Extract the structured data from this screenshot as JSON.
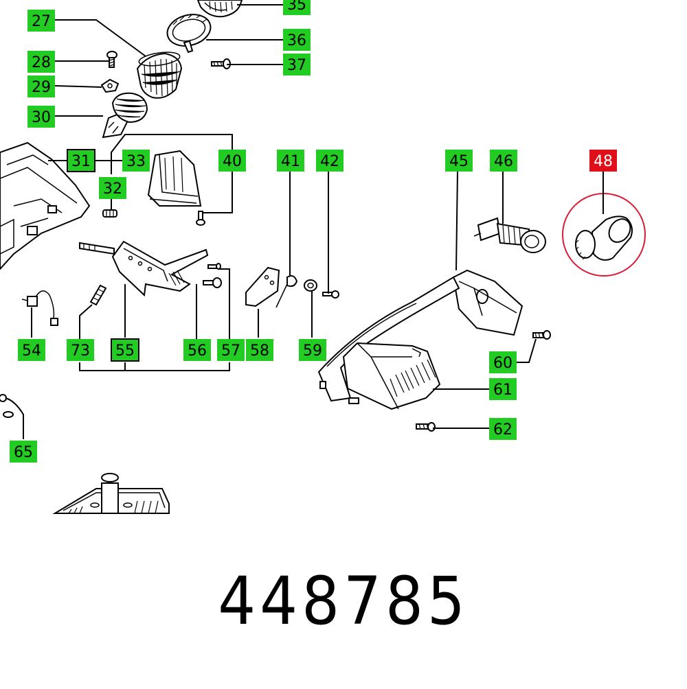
{
  "diagram": {
    "part_number": "448785",
    "colors": {
      "label_bg": "#22cc22",
      "label_highlight_bg": "#e0101a",
      "highlight_circle": "#d81b36"
    },
    "labels": [
      {
        "id": "35",
        "text": "35",
        "style": "normal"
      },
      {
        "id": "27",
        "text": "27",
        "style": "normal"
      },
      {
        "id": "36",
        "text": "36",
        "style": "normal"
      },
      {
        "id": "28",
        "text": "28",
        "style": "normal"
      },
      {
        "id": "37",
        "text": "37",
        "style": "normal"
      },
      {
        "id": "29",
        "text": "29",
        "style": "normal"
      },
      {
        "id": "30",
        "text": "30",
        "style": "normal"
      },
      {
        "id": "31",
        "text": "31",
        "style": "boxed"
      },
      {
        "id": "33",
        "text": "33",
        "style": "normal"
      },
      {
        "id": "40",
        "text": "40",
        "style": "normal"
      },
      {
        "id": "41",
        "text": "41",
        "style": "normal"
      },
      {
        "id": "42",
        "text": "42",
        "style": "normal"
      },
      {
        "id": "45",
        "text": "45",
        "style": "normal"
      },
      {
        "id": "46",
        "text": "46",
        "style": "normal"
      },
      {
        "id": "48",
        "text": "48",
        "style": "highlighted"
      },
      {
        "id": "32",
        "text": "32",
        "style": "normal"
      },
      {
        "id": "54",
        "text": "54",
        "style": "normal"
      },
      {
        "id": "73",
        "text": "73",
        "style": "normal"
      },
      {
        "id": "55",
        "text": "55",
        "style": "boxed"
      },
      {
        "id": "56",
        "text": "56",
        "style": "normal"
      },
      {
        "id": "57",
        "text": "57",
        "style": "normal"
      },
      {
        "id": "58",
        "text": "58",
        "style": "normal"
      },
      {
        "id": "59",
        "text": "59",
        "style": "normal"
      },
      {
        "id": "60",
        "text": "60",
        "style": "normal"
      },
      {
        "id": "61",
        "text": "61",
        "style": "normal"
      },
      {
        "id": "62",
        "text": "62",
        "style": "normal"
      },
      {
        "id": "65",
        "text": "65",
        "style": "normal"
      }
    ]
  }
}
